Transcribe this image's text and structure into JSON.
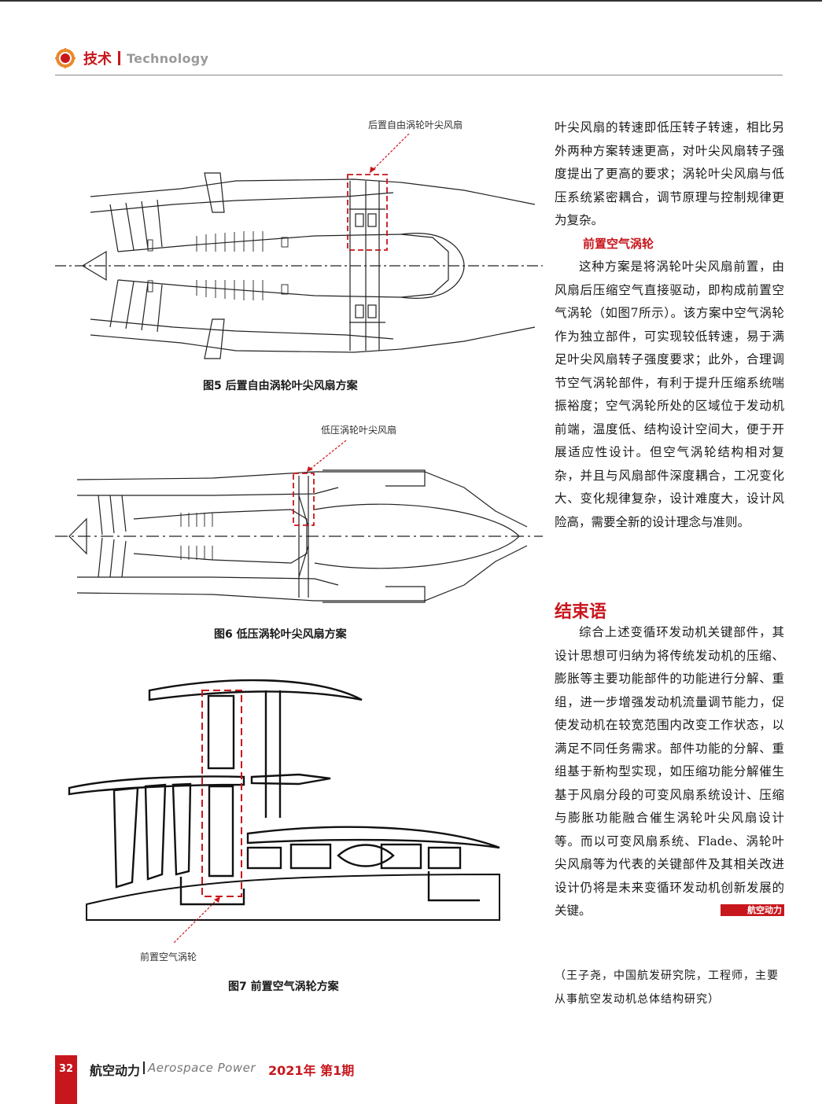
{
  "header": {
    "section_cn": "技术",
    "section_en": "Technology"
  },
  "fig5": {
    "annotation": "后置自由涡轮叶尖风扇",
    "caption": "图5 后置自由涡轮叶尖风扇方案"
  },
  "fig6": {
    "annotation": "低压涡轮叶尖风扇",
    "caption": "图6 低压涡轮叶尖风扇方案"
  },
  "fig7": {
    "annotation": "前置空气涡轮",
    "caption": "图7 前置空气涡轮方案"
  },
  "body": {
    "para1": "叶尖风扇的转速即低压转子转速，相比另外两种方案转速更高，对叶尖风扇转子强度提出了更高的要求；涡轮叶尖风扇与低压系统紧密耦合，调节原理与控制规律更为复杂。",
    "subhead1": "前置空气涡轮",
    "para2": "这种方案是将涡轮叶尖风扇前置，由风扇后压缩空气直接驱动，即构成前置空气涡轮（如图7所示）。该方案中空气涡轮作为独立部件，可实现较低转速，易于满足叶尖风扇转子强度要求；此外，合理调节空气涡轮部件，有利于提升压缩系统喘振裕度；空气涡轮所处的区域位于发动机前端，温度低、结构设计空间大，便于开展适应性设计。但空气涡轮结构相对复杂，并且与风扇部件深度耦合，工况变化大、变化规律复杂，设计难度大，设计风险高，需要全新的设计理念与准则。",
    "section_title": "结束语",
    "para3": "综合上述变循环发动机关键部件，其设计思想可归纳为将传统发动机的压缩、膨胀等主要功能部件的功能进行分解、重组，进一步增强发动机流量调节能力，促使发动机在较宽范围内改变工作状态，以满足不同任务需求。部件功能的分解、重组基于新构型实现，如压缩功能分解催生基于风扇分段的可变风扇系统设计、压缩与膨胀功能融合催生涡轮叶尖风扇设计等。而以可变风扇系统、Flade、涡轮叶尖风扇等为代表的关键部件及其相关改进设计仍将是未来变循环发动机创新发展的关键。",
    "end_mark": "航空动力",
    "bio": "（王子尧，中国航发研究院，工程师，主要从事航空发动机总体结构研究）"
  },
  "footer": {
    "page_number": "32",
    "journal_cn": "航空动力",
    "journal_en": "Aerospace Power",
    "issue": "2021年 第1期"
  },
  "colors": {
    "accent": "#c8161d",
    "text": "#1a1a1a",
    "muted": "#9a9a9a"
  }
}
